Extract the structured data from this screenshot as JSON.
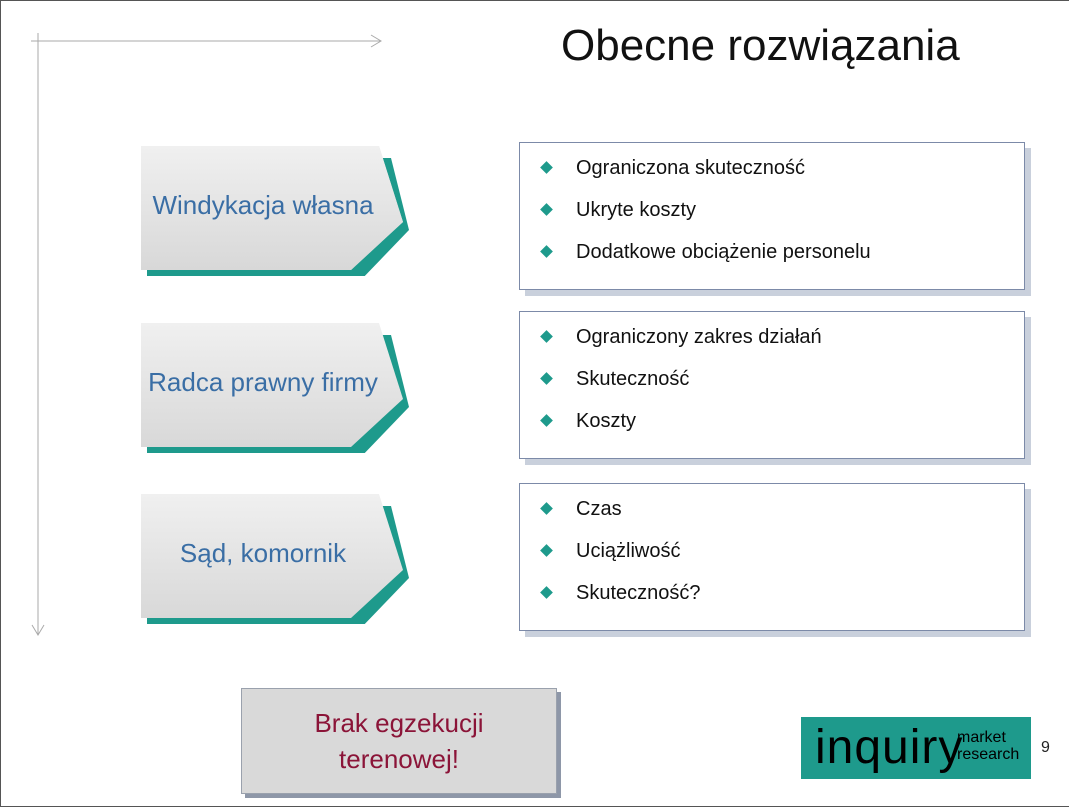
{
  "slide": {
    "title": "Obecne rozwiązania",
    "page_number": "9"
  },
  "rows": [
    {
      "label": "Windykacja własna",
      "items": [
        "Ograniczona skuteczność",
        "Ukryte koszty",
        "Dodatkowe obciążenie personelu"
      ]
    },
    {
      "label": "Radca prawny firmy",
      "items": [
        "Ograniczony zakres działań",
        "Skuteczność",
        "Koszty"
      ]
    },
    {
      "label": "Sąd, komornik",
      "items": [
        "Czas",
        "Uciążliwość",
        "Skuteczność?"
      ]
    }
  ],
  "note": {
    "text": "Brak egzekucji terenowej!"
  },
  "logo": {
    "main": "inquiry",
    "line1": "market",
    "line2": "research"
  },
  "colors": {
    "accent": "#1e9a8c",
    "label_blue": "#3a6ea5",
    "note_red": "#8b1438"
  }
}
